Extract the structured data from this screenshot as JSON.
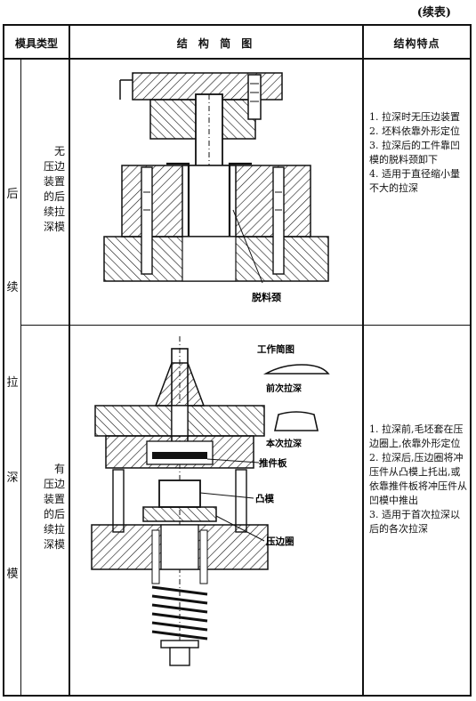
{
  "continued_label": "(续表)",
  "header": {
    "type_label": "模具类型",
    "diagram_label": "结 构 简 图",
    "features_label": "结构特点"
  },
  "category_chars": [
    "后",
    "续",
    "拉",
    "深",
    "模"
  ],
  "rows": [
    {
      "name_lines": [
        "无",
        "压边",
        "装置",
        "的后",
        "续拉",
        "深模"
      ],
      "callouts": [
        "脱料颈"
      ],
      "features": [
        "1. 拉深时无压边装置",
        "2. 坯料依靠外形定位",
        "3. 拉深后的工件靠凹模的脱料颈卸下",
        "4. 适用于直径缩小量不大的拉深"
      ]
    },
    {
      "name_lines": [
        "有",
        "压边",
        "装置",
        "的后",
        "续拉",
        "深模"
      ],
      "callouts": [
        "工作简图",
        "前次拉深",
        "本次拉深",
        "推件板",
        "凸模",
        "压边圈"
      ],
      "features": [
        "1. 拉深前,毛坯套在压边圈上,依靠外形定位",
        "2. 拉深后,压边圈将冲压件从凸模上托出,或依靠推件板将冲压件从凹模中推出",
        "3. 适用于首次拉深以后的各次拉深"
      ]
    }
  ]
}
